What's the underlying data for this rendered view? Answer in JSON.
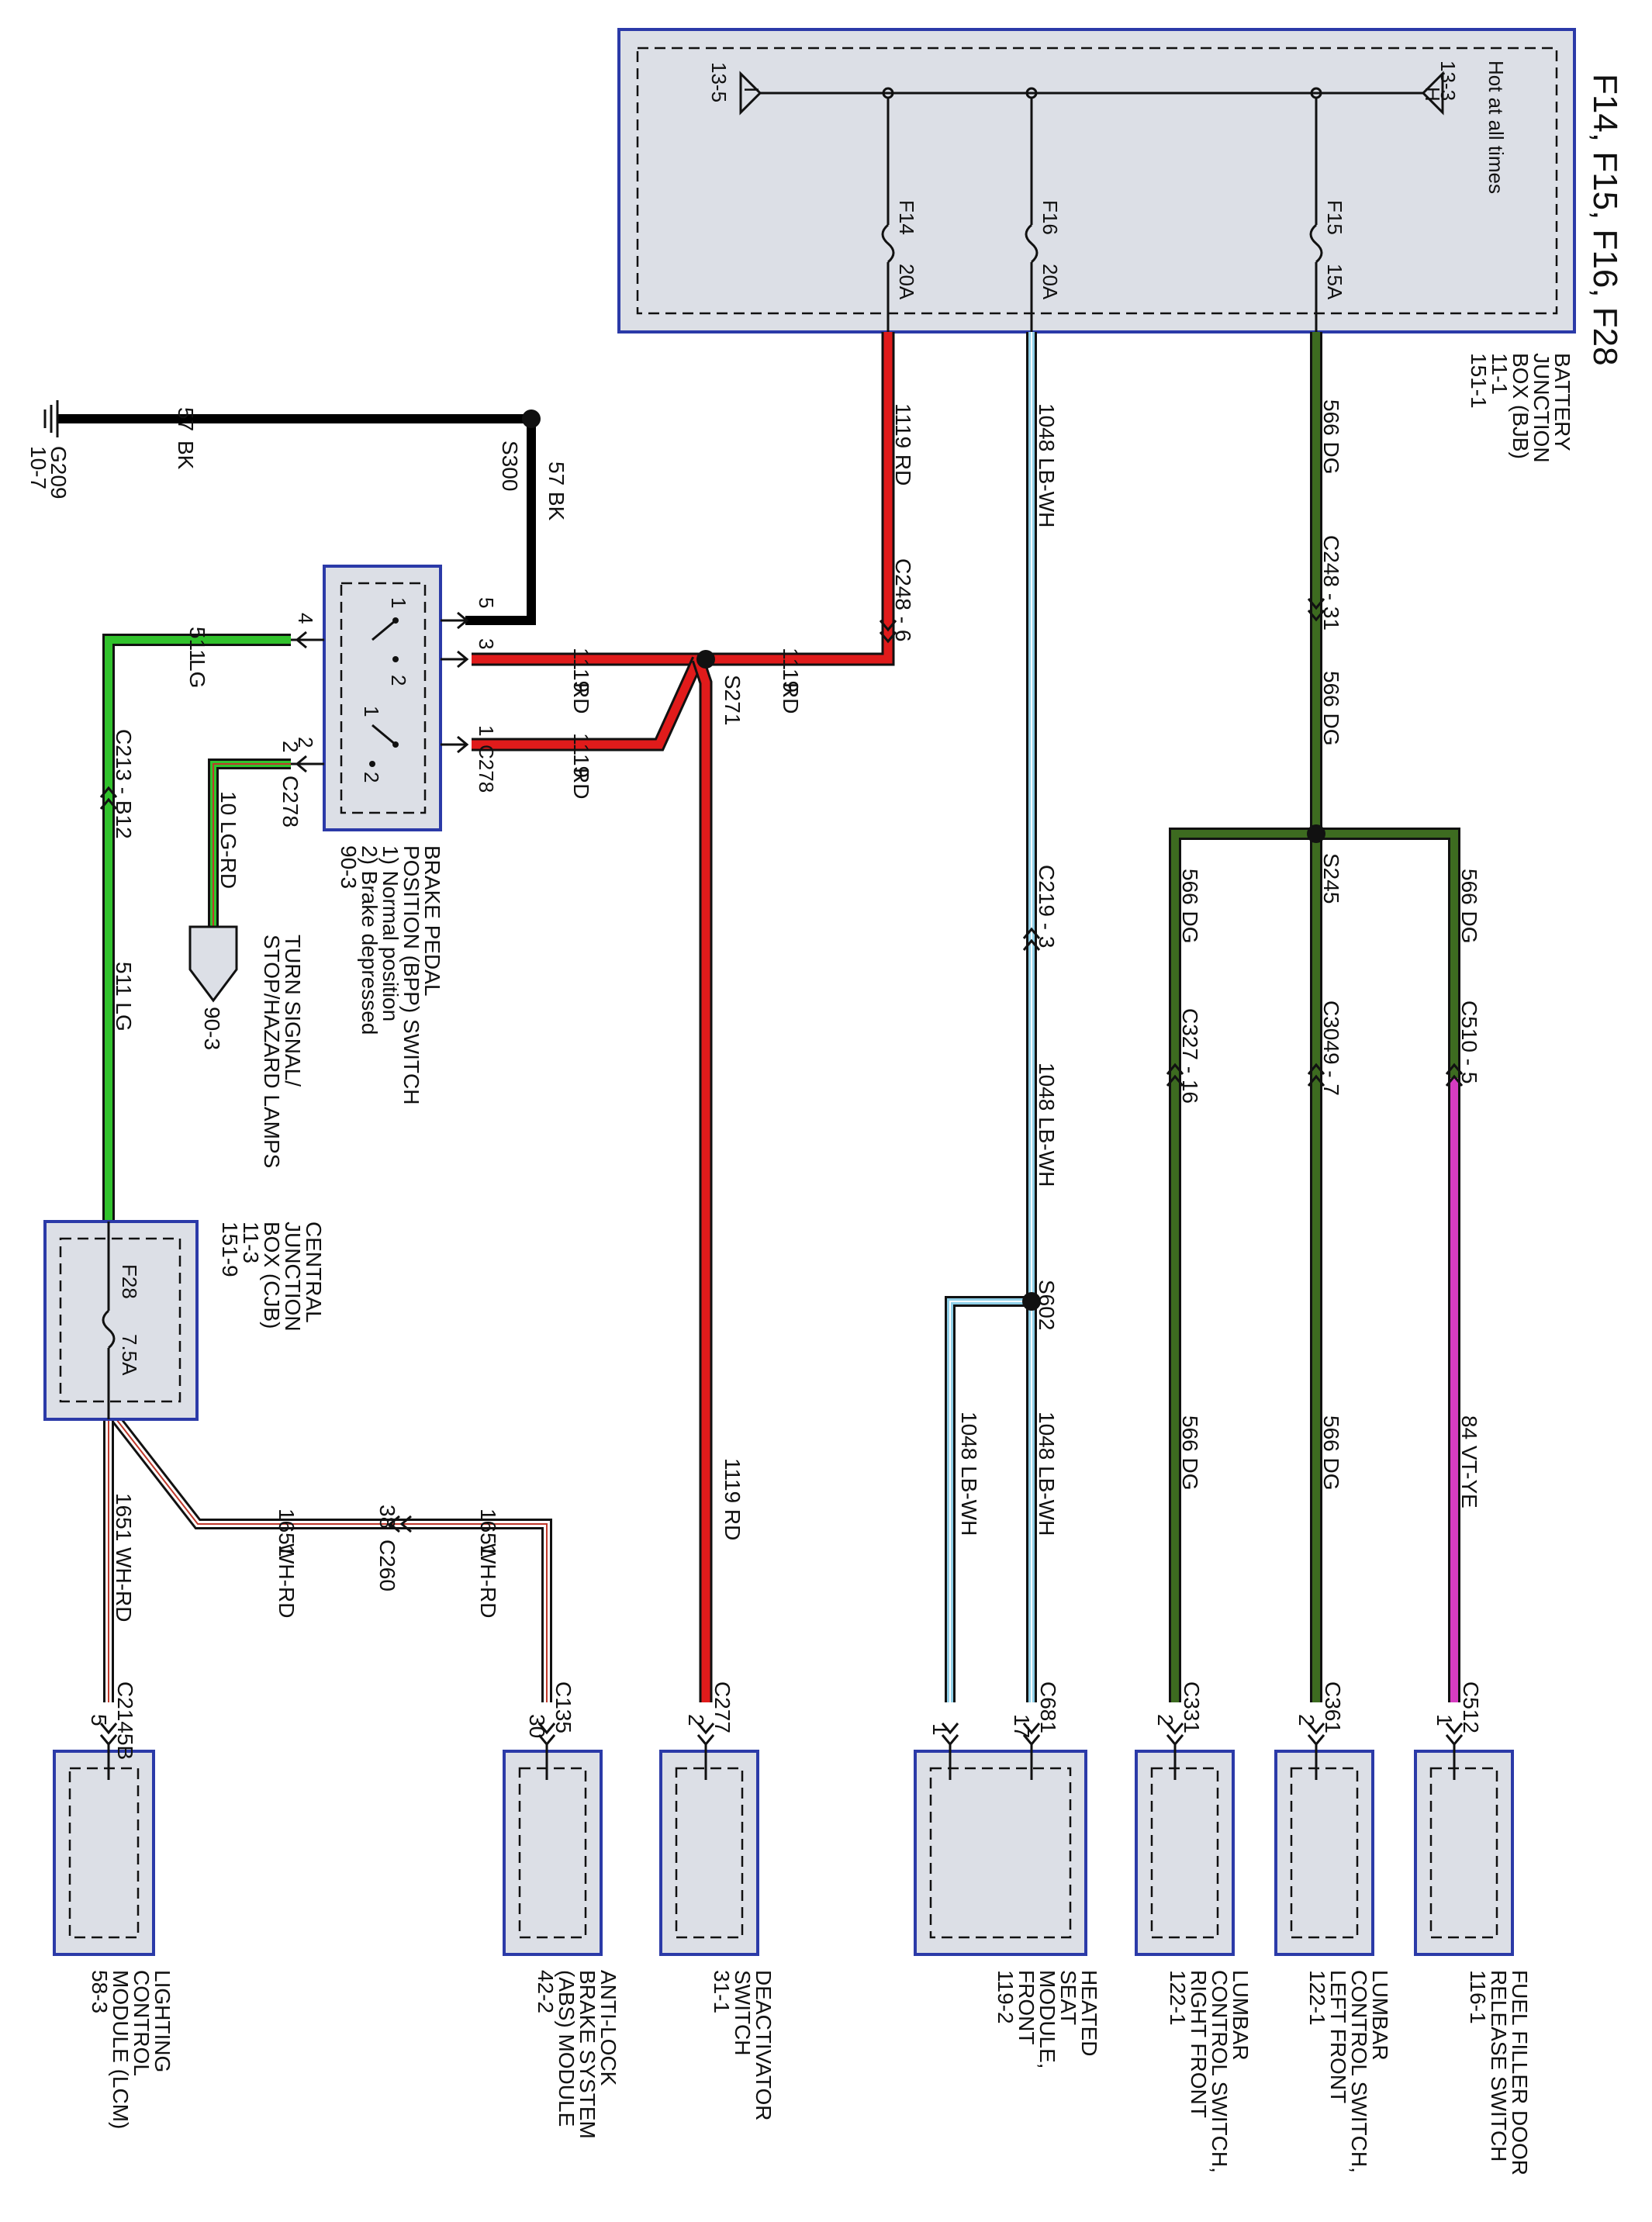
{
  "title": "F14, F15, F16, F28",
  "colors": {
    "red": "#e01b1b",
    "black": "#000000",
    "light_green": "#31c22c",
    "dark_green": "#3d6b20",
    "light_blue": "#8fd0e8",
    "violet_yellow": "#d63cc0",
    "white_red_stripe": "#c0392b",
    "box_fill": "#dcdfe6",
    "box_border": "#2b3aa8"
  },
  "bjb": {
    "name": "BATTERY JUNCTION BOX (BJB)",
    "line1": "BATTERY",
    "line2": "JUNCTION",
    "line3": "BOX (BJB)",
    "ref1": "11-1",
    "ref2": "151-1",
    "hot_label": "Hot at all times",
    "ref_h": "13-3",
    "ref_i": "13-5",
    "h": "H",
    "i": "I",
    "fuses": [
      {
        "id": "F14",
        "rating": "20A"
      },
      {
        "id": "F16",
        "rating": "20A"
      },
      {
        "id": "F15",
        "rating": "15A"
      }
    ]
  },
  "ground": {
    "wire": "57",
    "color": "BK",
    "splice": "S300",
    "wire_label": "57  BK",
    "ground_id": "G209",
    "ref": "10-7"
  },
  "bpp": {
    "line1": "BRAKE PEDAL",
    "line2": "POSITION (BPP) SWITCH",
    "line3": "1) Normal position",
    "line4": "2) Brake depressed",
    "ref": "90-3",
    "connector": "C278",
    "pins": [
      "5",
      "3",
      "1",
      "4",
      "2"
    ],
    "switch_pos": [
      "1",
      "2",
      "1",
      "2"
    ]
  },
  "wires": {
    "w1119": "1119",
    "rd": "RD",
    "w511": "511",
    "lg": "LG",
    "w511_lg": "511   LG",
    "w1048_lbwh": "1048  LB-WH",
    "w566_dg": "566   DG",
    "w1119_rd": "1119   RD",
    "w1119_rd_short": "1119  RD",
    "w10_lgrd": "10  LG-RD",
    "w84_vtye": "84  VT-YE",
    "w1651": "1651",
    "whrd": "WH-RD",
    "w1651_whrd": "1651   WH-RD"
  },
  "connectors": {
    "c248_6": "C248 - 6",
    "c248_31": "C248 - 31",
    "c213_b12": "C213 - B12",
    "c219_3": "C219 - 3",
    "c327_16": "C327 - 16",
    "c3049_7": "C3049 - 7",
    "c510_5": "C510 - 5",
    "c260": "C260",
    "c260_pin": "38",
    "c278b": "C278",
    "c278b_pin": "2"
  },
  "splices": {
    "s271": "S271",
    "s245": "S245",
    "s602": "S602"
  },
  "turn": {
    "line1": "TURN SIGNAL/",
    "line2": "STOP/HAZARD LAMPS",
    "ref": "90-3"
  },
  "cjb": {
    "line1": "CENTRAL",
    "line2": "JUNCTION",
    "line3": "BOX (CJB)",
    "ref1": "11-3",
    "ref2": "151-9",
    "fuse": "F28",
    "rating": "7.5A"
  },
  "modules": [
    {
      "key": "lcm",
      "connector": "C2145B",
      "pin": "5",
      "lines": [
        "LIGHTING",
        "CONTROL",
        "MODULE (LCM)",
        "58-3"
      ]
    },
    {
      "key": "abs",
      "connector": "C135",
      "pin": "30",
      "lines": [
        "ANTI-LOCK",
        "BRAKE SYSTEM",
        "(ABS) MODULE",
        "42-2"
      ]
    },
    {
      "key": "deact",
      "connector": "C277",
      "pin": "2",
      "lines": [
        "DEACTIVATOR",
        "SWITCH",
        "31-1"
      ]
    },
    {
      "key": "heated",
      "connector": "C681",
      "pin": "17",
      "pin2": "1",
      "lines": [
        "HEATED",
        "SEAT",
        "MODULE,",
        "FRONT",
        "119-2"
      ]
    },
    {
      "key": "lumbar_rf",
      "connector": "C331",
      "pin": "2",
      "lines": [
        "LUMBAR",
        "CONTROL SWITCH,",
        "RIGHT FRONT",
        "122-1"
      ]
    },
    {
      "key": "lumbar_lf",
      "connector": "C361",
      "pin": "2",
      "lines": [
        "LUMBAR",
        "CONTROL SWITCH,",
        "LEFT FRONT",
        "122-1"
      ]
    },
    {
      "key": "fuel",
      "connector": "C512",
      "pin": "1",
      "lines": [
        "FUEL FILLER DOOR",
        "RELEASE SWITCH",
        "116-1"
      ]
    }
  ]
}
